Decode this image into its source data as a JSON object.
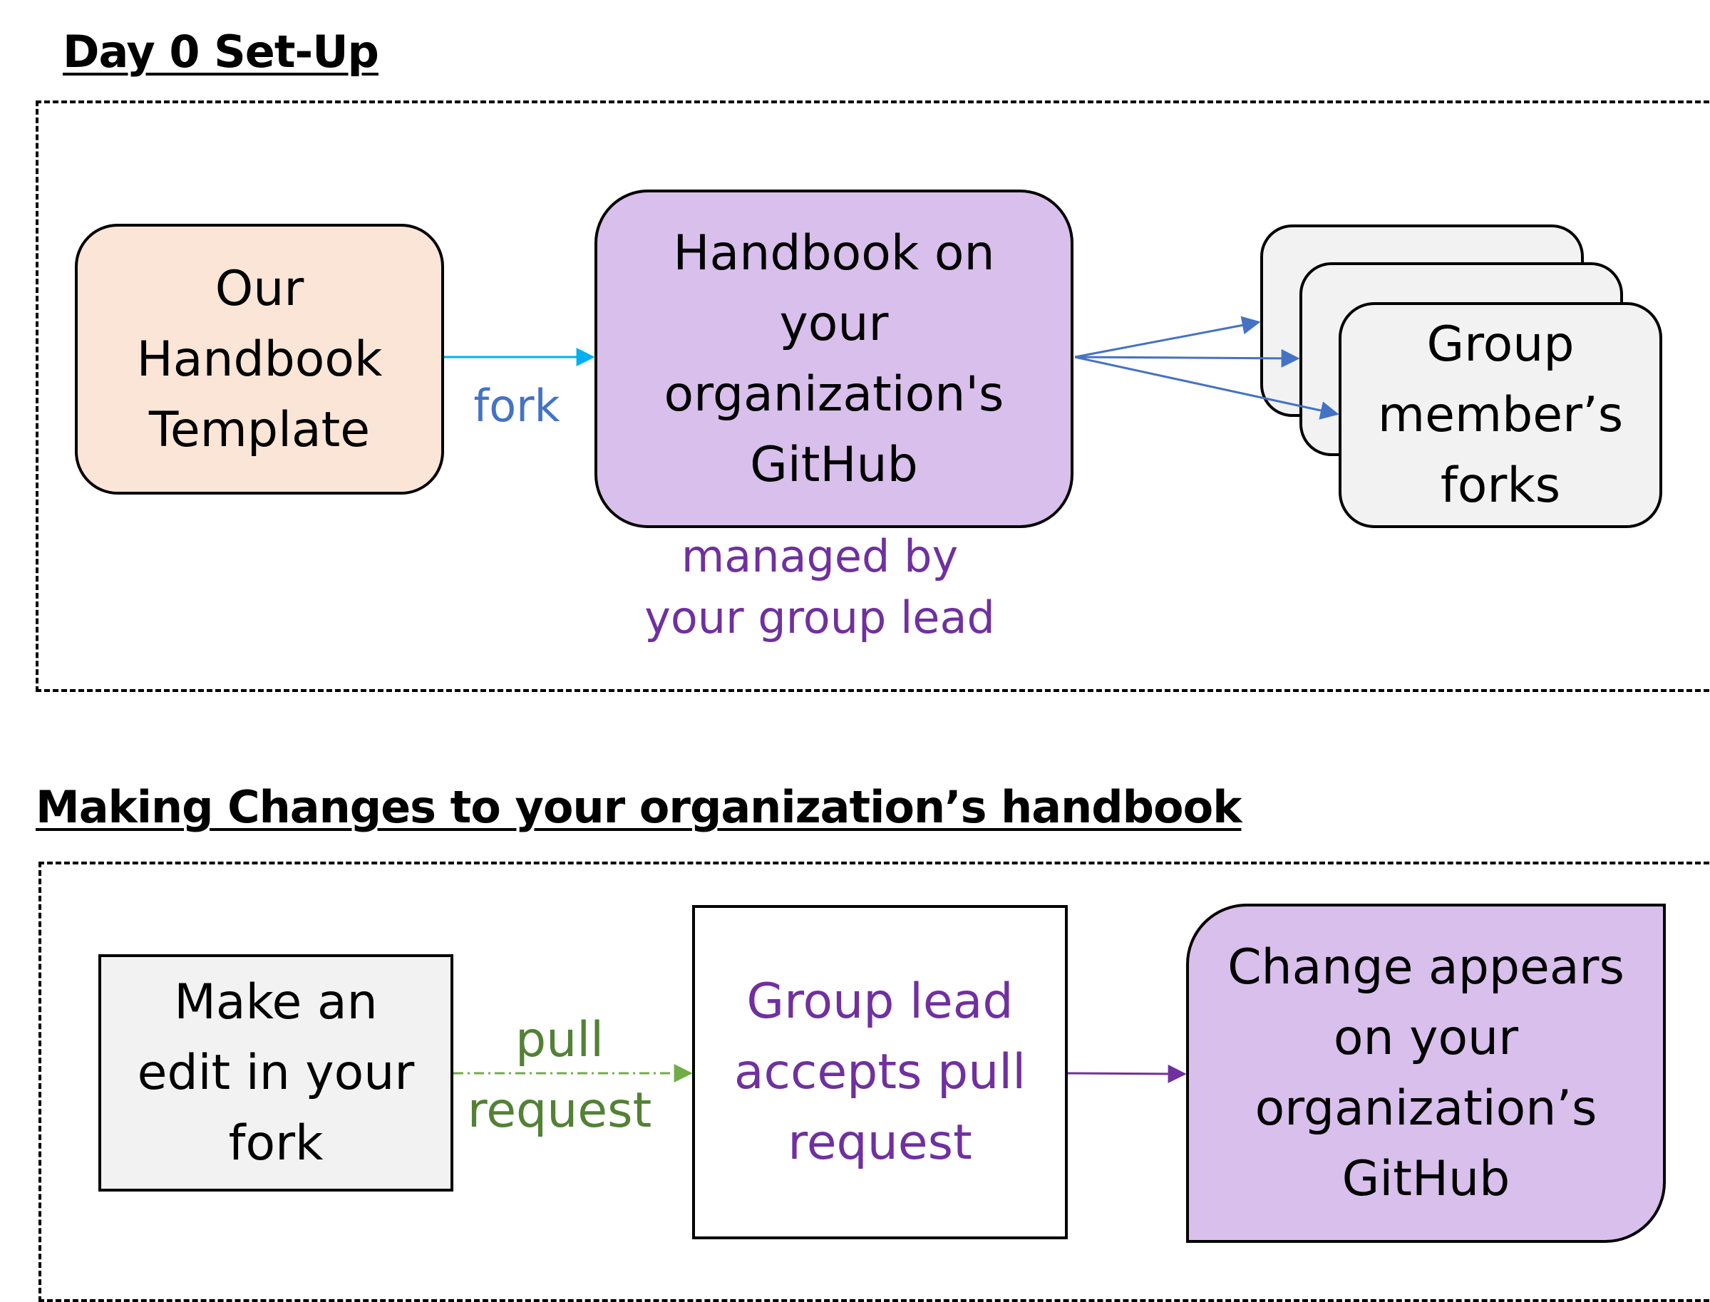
{
  "section1": {
    "heading": "Day 0 Set-Up",
    "template_box": "Our Handbook Template",
    "org_box": "Handbook on your organization's GitHub",
    "forks_box": "Group member’s forks",
    "fork_label": "fork",
    "managed_label": "managed by your group lead"
  },
  "section2": {
    "heading": "Making Changes to your organization’s handbook",
    "edit_box": "Make an edit in your fork",
    "pull_label": "pull request",
    "accept_box": "Group lead accepts pull request",
    "change_box": "Change appears on your organization’s GitHub"
  },
  "colors": {
    "template_fill": "#fbe5d6",
    "org_fill": "#d9bfec",
    "fork_fill": "#f2f2f2",
    "edge_blue": "#4472c4",
    "edge_cyan": "#00b0f0",
    "edge_green": "#70ad47",
    "edge_purple": "#7030a0"
  }
}
